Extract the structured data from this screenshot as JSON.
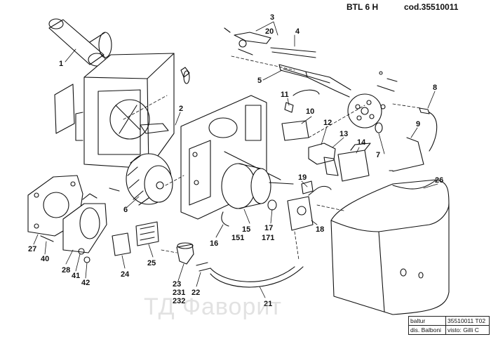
{
  "header": {
    "model": "BTL 6 H",
    "code": "cod.35510011"
  },
  "title_block": {
    "brand": "baltur",
    "drawing_no": "35510011 T02",
    "drawn_by": "dis. Balboni",
    "checked_by": "visto: Gilli C"
  },
  "watermark": "ТД Фаворит",
  "part_labels": {
    "p1": "1",
    "p2": "2",
    "p3": "3",
    "p4": "4",
    "p5": "5",
    "p6": "6",
    "p7": "7",
    "p8": "8",
    "p9": "9",
    "p10": "10",
    "p11": "11",
    "p12": "12",
    "p13": "13",
    "p14": "14",
    "p15": "15",
    "p151": "151",
    "p16": "16",
    "p17": "17",
    "p171": "171",
    "p18": "18",
    "p19": "19",
    "p20": "20",
    "p21": "21",
    "p22": "22",
    "p23": "23",
    "p231": "231",
    "p232": "232",
    "p24": "24",
    "p25": "25",
    "p26": "26",
    "p27": "27",
    "p28": "28",
    "p40": "40",
    "p41": "41",
    "p42": "42"
  }
}
